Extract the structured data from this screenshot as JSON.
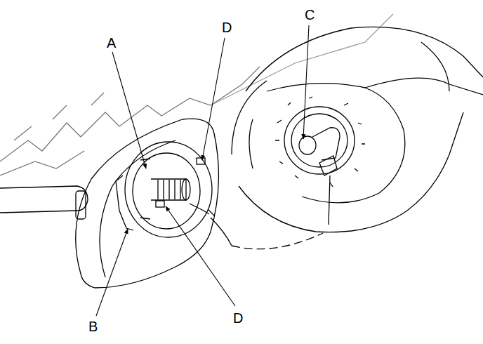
{
  "diagram": {
    "labels": [
      "A",
      "D",
      "C",
      "B",
      "D"
    ]
  }
}
